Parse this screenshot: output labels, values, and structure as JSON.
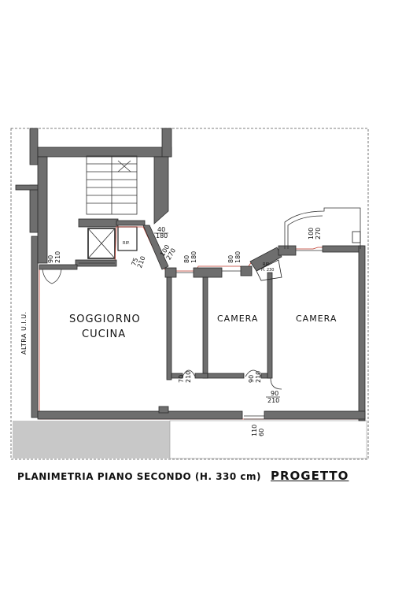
{
  "rooms": {
    "soggiorno_line1": "SOGGIORNO",
    "soggiorno_line2": "CUCINA",
    "camera_1": "CAMERA",
    "camera_2": "CAMERA",
    "altra_uiu": "ALTRA U.I.U."
  },
  "small_labels": {
    "rip_1": "RIP.",
    "rip_2": "RIP.",
    "rip_2_height": "H. 230"
  },
  "dimensions": {
    "d_40_180": [
      "40",
      "180"
    ],
    "d_100_270_a": [
      "100",
      "270"
    ],
    "d_75_210": [
      "75",
      "210"
    ],
    "d_80_180_a": [
      "80",
      "180"
    ],
    "d_80_180_b": [
      "80",
      "180"
    ],
    "d_90_210_left": [
      "90",
      "210"
    ],
    "d_70_210": [
      "70",
      "210"
    ],
    "d_90_210_mid": [
      "90",
      "210"
    ],
    "d_90_210_right": [
      "90",
      "210"
    ],
    "d_100_270_b": [
      "100",
      "270"
    ],
    "d_110_60": [
      "110",
      "60"
    ]
  },
  "caption": {
    "title": "PLANIMETRIA PIANO SECONDO (H. 330 cm)",
    "status": "PROGETTO"
  },
  "colors": {
    "wall": "#6e6e6e",
    "accent_line": "#c0392b",
    "hatch": "#c8c8c8"
  }
}
